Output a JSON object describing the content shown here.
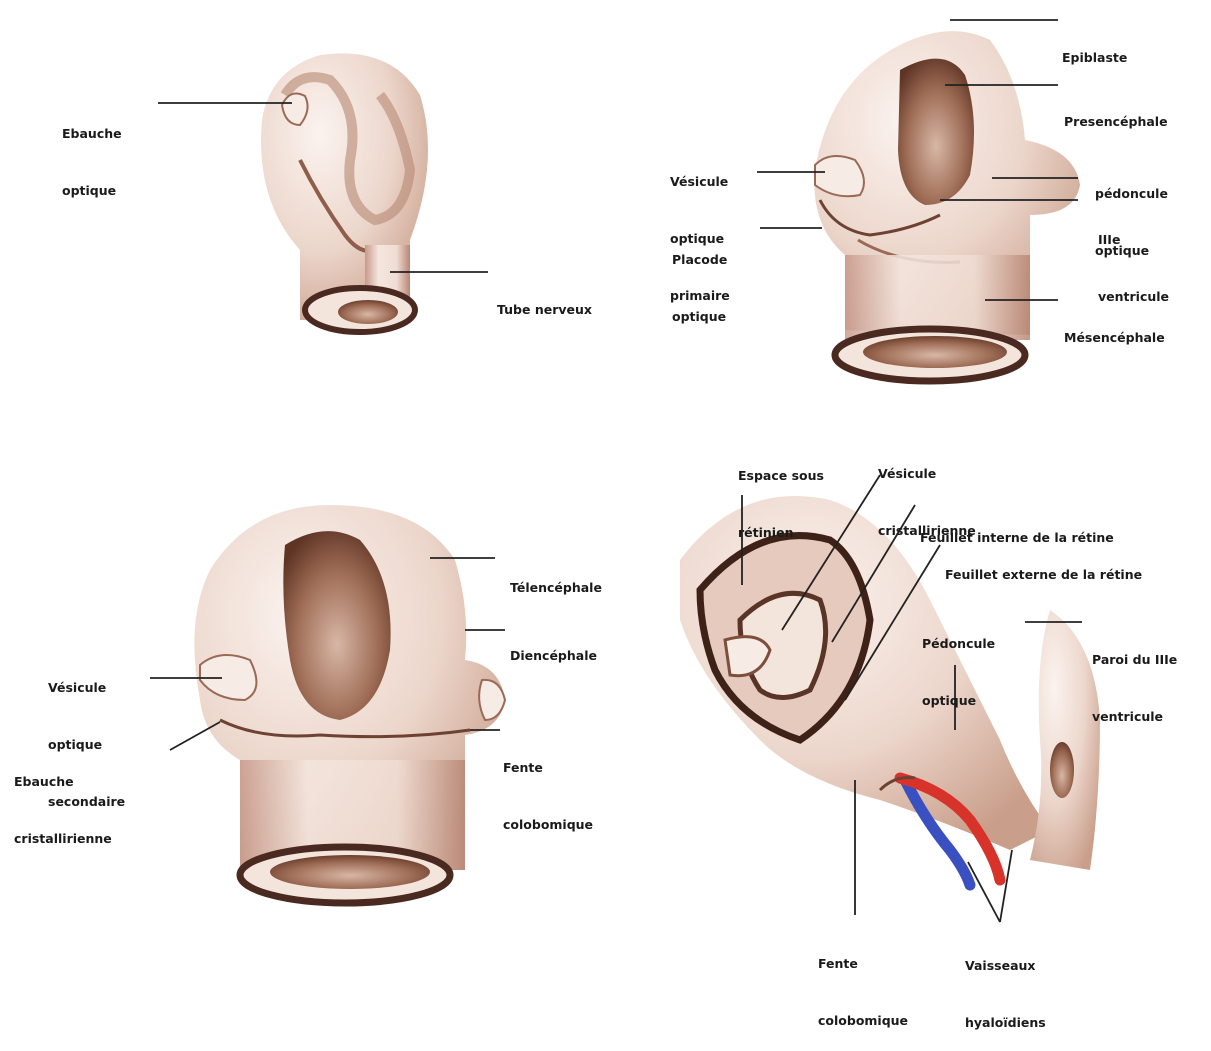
{
  "panels": {
    "top_left": {
      "ebauche_optique": [
        "Ebauche",
        "optique"
      ],
      "tube_nerveux": "Tube nerveux"
    },
    "top_right": {
      "epiblaste": "Epiblaste",
      "presencephale": "Presencéphale",
      "vesicule_optique_primaire": [
        "Vésicule",
        "optique",
        "primaire"
      ],
      "placode_optique": [
        "Placode",
        "optique"
      ],
      "pedoncule_optique": [
        "pédoncule",
        "optique"
      ],
      "iiie_ventricule": [
        "IIIe",
        "ventricule"
      ],
      "mesencephale": "Mésencéphale"
    },
    "bottom_left": {
      "telencephale": "Télencéphale",
      "diencephale": "Diencéphale",
      "vesicule_optique_secondaire": [
        "Vésicule",
        "optique",
        "secondaire"
      ],
      "ebauche_cristallinienne": [
        "Ebauche",
        "cristallirienne"
      ],
      "fente_colobomique": [
        "Fente",
        "colobomique"
      ]
    },
    "bottom_right": {
      "espace_sous_retinien": [
        "Espace sous",
        "rétinien"
      ],
      "vesicule_cristallinienne": [
        "Vésicule",
        "cristallirienne"
      ],
      "feuillet_interne": "Feuillet interne de la rétine",
      "feuillet_externe": "Feuillet externe de la rétine",
      "pedoncule_optique": [
        "Pédoncule",
        "optique"
      ],
      "paroi_iiie_ventricule": [
        "Paroi du IIIe",
        "ventricule"
      ],
      "fente_colobomique": [
        "Fente",
        "colobomique"
      ],
      "vaisseaux_hyaloidiens": [
        "Vaisseaux",
        "hyaloïdiens"
      ]
    }
  },
  "colors": {
    "tissue_light": "#f2e3dc",
    "tissue_mid": "#d9b9a9",
    "tissue_dark": "#6b4030",
    "cavity": "#8a5a44",
    "artery": "#d8332a",
    "vein": "#3a4fc0",
    "line": "#222222"
  }
}
